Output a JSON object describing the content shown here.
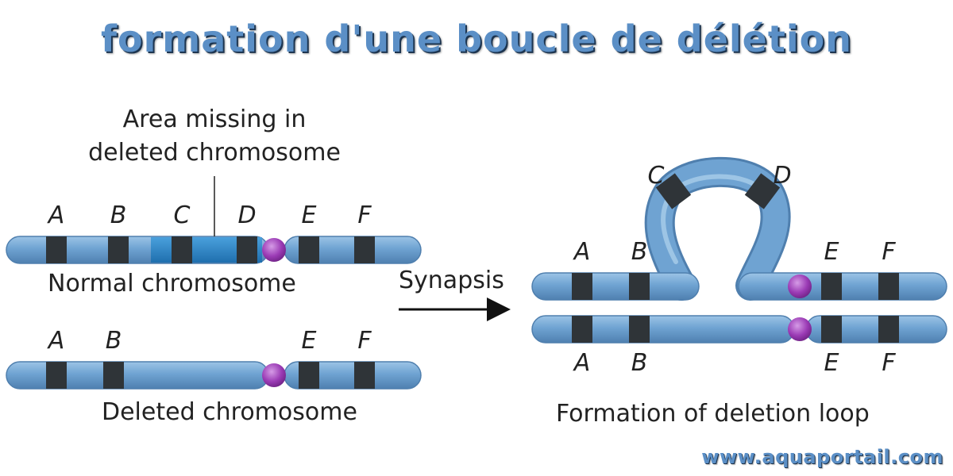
{
  "title": "formation d'une boucle de délétion",
  "watermark": "www.aquaportail.com",
  "colors": {
    "chromosome_body": "#6fa3d2",
    "chromosome_edge": "#4f7fae",
    "band": "#2f3438",
    "highlight_segment": "#2f86c8",
    "centromere": "#9b3bb5",
    "arrow": "#111111"
  },
  "annotation": {
    "line1": "Area missing in",
    "line2": "deleted chromosome"
  },
  "normal_chromosome": {
    "label": "Normal chromosome",
    "genes": [
      "A",
      "B",
      "C",
      "D",
      "E",
      "F"
    ]
  },
  "deleted_chromosome": {
    "label": "Deleted chromosome",
    "genes": [
      "A",
      "B",
      "E",
      "F"
    ]
  },
  "arrow_label": "Synapsis",
  "loop_panel": {
    "label": "Formation of deletion loop",
    "top_genes": [
      "A",
      "B",
      "C",
      "D",
      "E",
      "F"
    ],
    "bottom_genes": [
      "A",
      "B",
      "E",
      "F"
    ]
  }
}
